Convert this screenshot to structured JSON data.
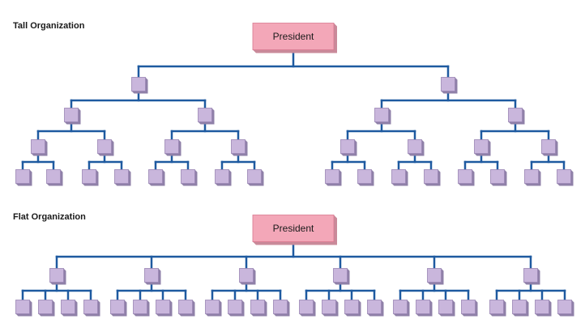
{
  "diagrams": [
    {
      "id": "tall",
      "title": "Tall Organization",
      "top_label": "President",
      "structure": "binary",
      "levels": 5
    },
    {
      "id": "flat",
      "title": "Flat Organization",
      "top_label": "President",
      "structure": "flat",
      "managers": 6,
      "reports_per_manager": 4
    }
  ],
  "colors": {
    "connector": "#1e5aa0",
    "node_fill": "#c9b6dc",
    "node_stroke": "#9a86b4",
    "node_shadow": "#8f80a8",
    "president_fill": "#f3a7b8",
    "president_stroke": "#d9788f",
    "president_shadow": "#c98a9a",
    "text": "#1a1a1a"
  }
}
